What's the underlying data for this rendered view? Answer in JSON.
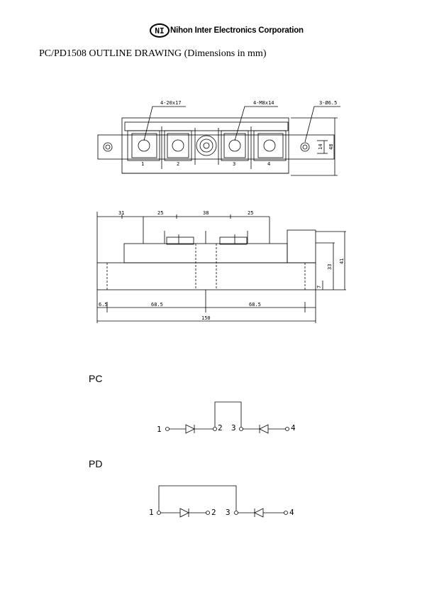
{
  "header": {
    "logo_mark": "NI",
    "company": "Nihon Inter Electronics Corporation"
  },
  "title": "PC/PD1508 OUTLINE DRAWING (Dimensions in mm)",
  "top_view": {
    "callouts": [
      "4-20x17",
      "4-M8x14",
      "3-Ø6.5"
    ],
    "terminal_numbers": [
      "1",
      "2",
      "3",
      "4"
    ],
    "dims": [
      "14",
      "48"
    ]
  },
  "side_view": {
    "top_dims": [
      "31",
      "25",
      "38",
      "25"
    ],
    "right_dims": [
      "33",
      "41",
      "7"
    ],
    "bottom_dims": [
      "6.5",
      "68.5",
      "68.5"
    ],
    "overall": "150"
  },
  "circuits": [
    {
      "label": "PC",
      "pins": [
        "1",
        "2",
        "3",
        "4"
      ]
    },
    {
      "label": "PD",
      "pins": [
        "1",
        "2",
        "3",
        "4"
      ]
    }
  ]
}
